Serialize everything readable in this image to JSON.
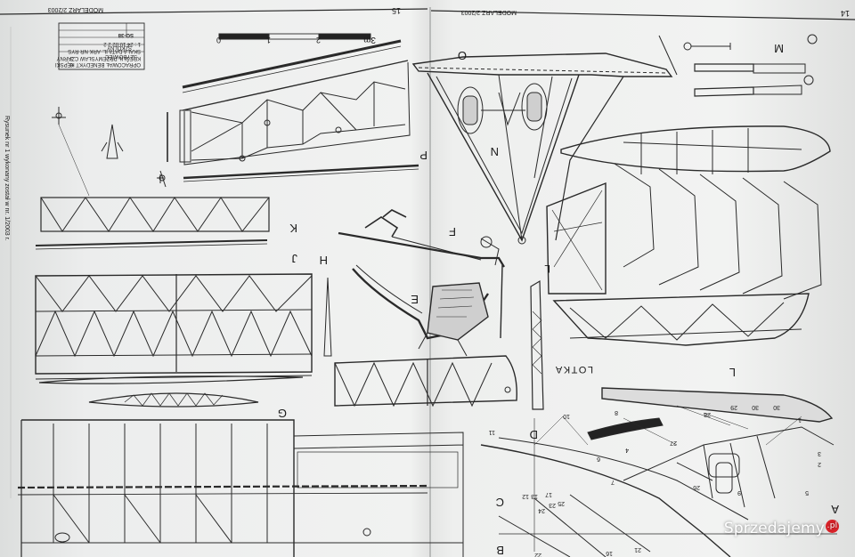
{
  "page_left": {
    "number": "15",
    "header": "MODELARZ 2/2003",
    "side_note": "Rysunek nr 1 wykonany został w nr. 1/2003 r."
  },
  "page_right": {
    "number": "14",
    "header": "MODELARZ 2/2003"
  },
  "title_block": {
    "line1": "SZYBOWIEC",
    "line2": "SZKOLNY",
    "model": "SG-38",
    "author": "OPRACOWAŁ BENEDYKT KĘPSKI",
    "drawn_by": "KREŚLIŁ PRZEMYSŁAW CZARNY",
    "header_row": "SKALA DATA IL. ARK NR RYS",
    "values_row": "1 : 24 10.02 2 2",
    "row_a": "8",
    "row_b": "3"
  },
  "scale_bar": {
    "unit": "3m",
    "ticks": [
      "0",
      "1",
      "2"
    ]
  },
  "part_labels": [
    "A",
    "B",
    "C",
    "D",
    "E",
    "F",
    "G",
    "H",
    "J",
    "K",
    "L",
    "M",
    "N",
    "O",
    "P"
  ],
  "aileron_label": "LOTKA",
  "detail_numbers": [
    "1",
    "2",
    "3",
    "4",
    "5",
    "6",
    "7",
    "8",
    "9",
    "10",
    "11",
    "12",
    "13",
    "16",
    "17",
    "18",
    "21",
    "22",
    "23",
    "24",
    "25",
    "26",
    "27",
    "28",
    "29",
    "30"
  ],
  "watermark": {
    "text": "Sprzedajemy",
    "badge": ".pl"
  }
}
